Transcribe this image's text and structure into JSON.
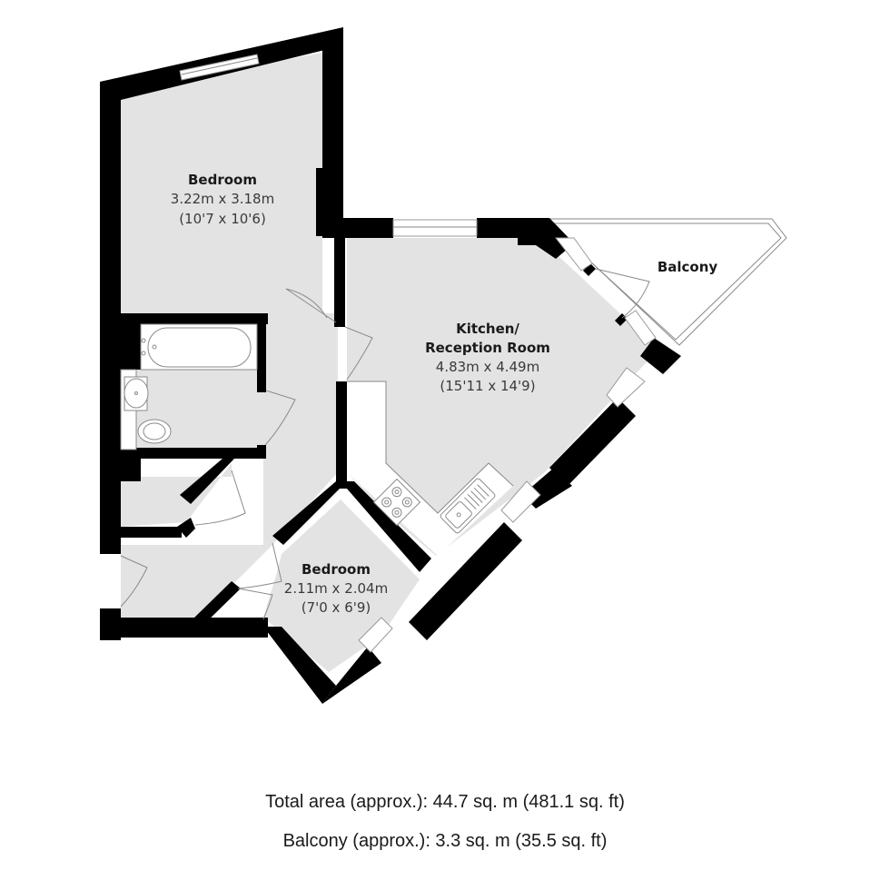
{
  "rooms": {
    "bedroom_main": {
      "name": "Bedroom",
      "metric": "3.22m x 3.18m",
      "imperial": "(10'7 x 10'6)"
    },
    "kitchen_reception": {
      "name_line1": "Kitchen/",
      "name_line2": "Reception Room",
      "metric": "4.83m x 4.49m",
      "imperial": "(15'11 x 14'9)"
    },
    "balcony": {
      "name": "Balcony"
    },
    "bedroom_small": {
      "name": "Bedroom",
      "metric": "2.11m x 2.04m",
      "imperial": "(7'0 x 6'9)"
    }
  },
  "footer": {
    "total_area": "Total area (approx.): 44.7 sq. m (481.1 sq. ft)",
    "balcony_area": "Balcony (approx.): 3.3 sq. m (35.5 sq. ft)"
  },
  "colors": {
    "wall": "#000000",
    "floor": "#e3e3e3",
    "background": "#ffffff"
  }
}
